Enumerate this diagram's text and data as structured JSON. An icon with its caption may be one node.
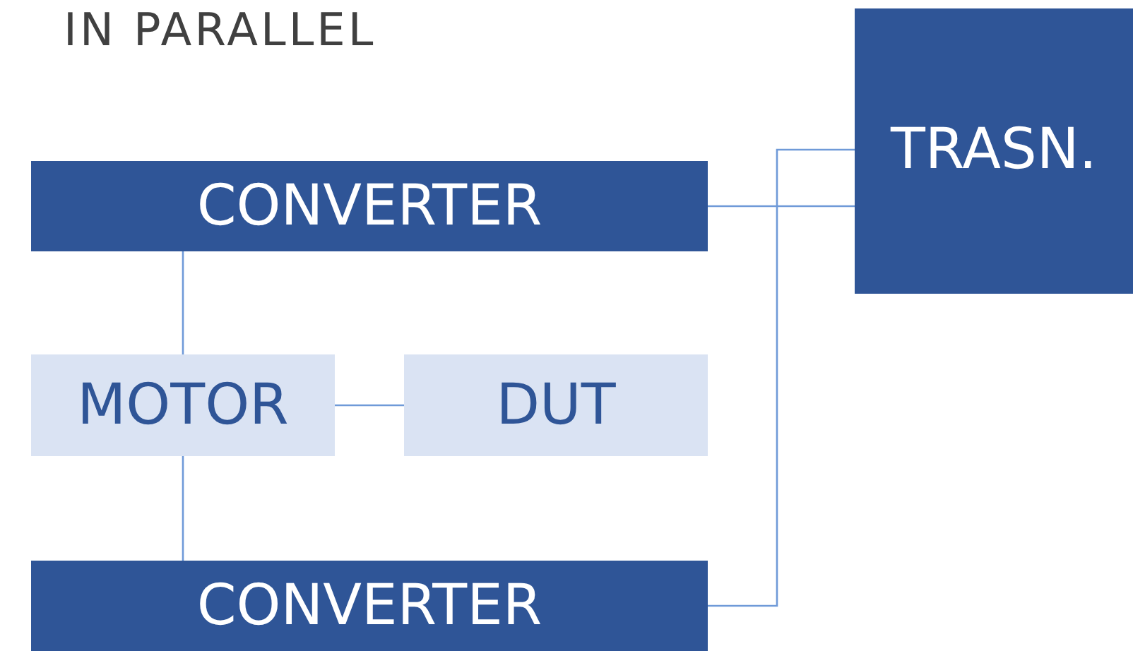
{
  "diagram": {
    "title": "IN PARALLEL",
    "nodes": [
      {
        "text": [
          "CONVERTER"
        ]
      },
      {
        "text": [
          "MOTOR"
        ]
      },
      {
        "text": [
          "DUT"
        ]
      },
      {
        "text": [
          "CONVERTER"
        ]
      },
      {
        "text": [
          "TRASN."
        ]
      }
    ],
    "edges": [
      {
        "from": 0,
        "to": 1,
        "arrow": "none"
      },
      {
        "from": 1,
        "to": 2,
        "arrow": "none"
      },
      {
        "from": 1,
        "to": 3,
        "arrow": "none"
      },
      {
        "from": 0,
        "to": 4,
        "arrow": "none"
      },
      {
        "from": 3,
        "to": 4,
        "arrow": "none"
      }
    ]
  }
}
